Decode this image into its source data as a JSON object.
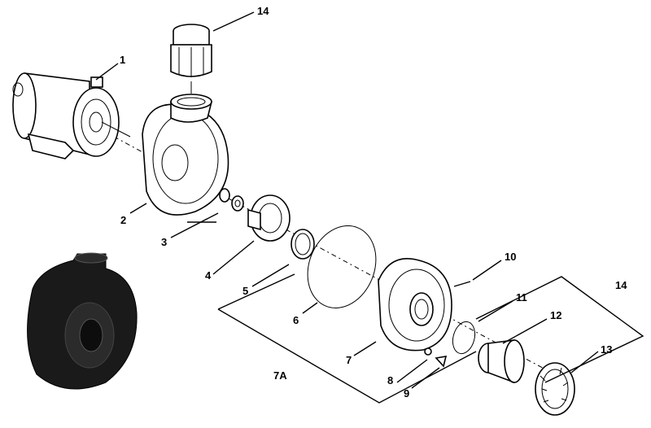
{
  "diagram": {
    "parts": [
      {
        "id": "p1",
        "label": "1"
      },
      {
        "id": "p2",
        "label": "2"
      },
      {
        "id": "p3",
        "label": "3"
      },
      {
        "id": "p4",
        "label": "4"
      },
      {
        "id": "p5",
        "label": "5"
      },
      {
        "id": "p6",
        "label": "6"
      },
      {
        "id": "p7",
        "label": "7"
      },
      {
        "id": "p7a",
        "label": "7A"
      },
      {
        "id": "p8",
        "label": "8"
      },
      {
        "id": "p9",
        "label": "9"
      },
      {
        "id": "p10",
        "label": "10"
      },
      {
        "id": "p11",
        "label": "11"
      },
      {
        "id": "p12",
        "label": "12"
      },
      {
        "id": "p13",
        "label": "13"
      },
      {
        "id": "p14a",
        "label": "14"
      },
      {
        "id": "p14b",
        "label": "14"
      }
    ],
    "colors": {
      "line": "#000000",
      "photo_body": "#1a1a1a",
      "background": "#ffffff"
    }
  }
}
